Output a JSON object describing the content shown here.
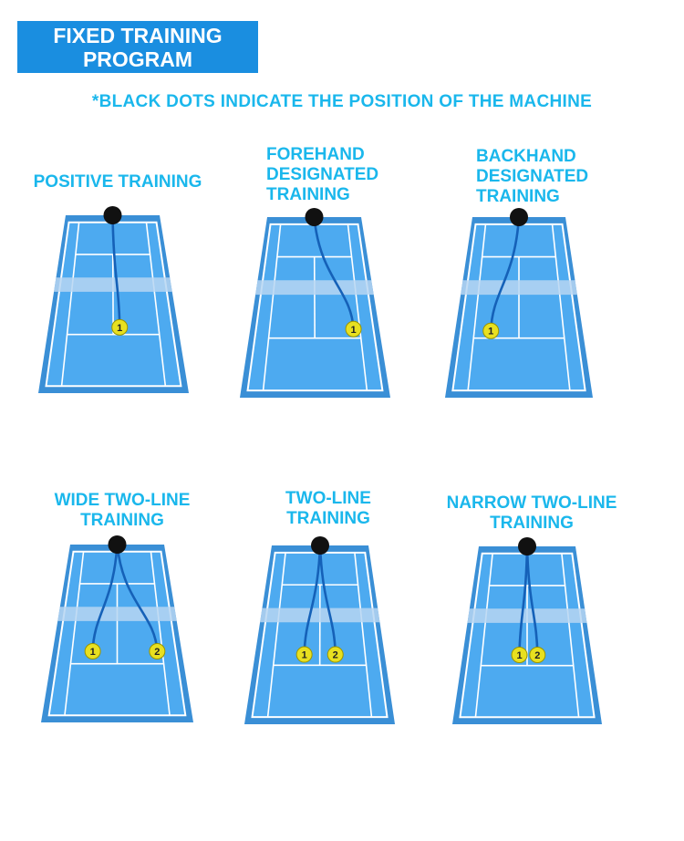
{
  "header": {
    "title_line1": "FIXED TRAINING",
    "title_line2": "PROGRAM"
  },
  "note": "*BLACK DOTS INDICATE THE POSITION OF THE MACHINE",
  "colors": {
    "court_border": "#3a8fd6",
    "court_fill": "#4daaf0",
    "net_band": "#b7d6f2",
    "lines": "#ffffff",
    "path": "#1561b8",
    "ball": "#e8e020",
    "machine": "#111111",
    "label": "#1ab7ec"
  },
  "diagrams": [
    {
      "lines": [
        "POSITIVE TRAINING"
      ],
      "balls": [
        "1"
      ]
    },
    {
      "lines": [
        "FOREHAND",
        "DESIGNATED",
        "TRAINING"
      ],
      "balls": [
        "1"
      ]
    },
    {
      "lines": [
        "BACKHAND",
        "DESIGNATED",
        "TRAINING"
      ],
      "balls": [
        "1"
      ]
    },
    {
      "lines": [
        "WIDE TWO-LINE",
        "TRAINING"
      ],
      "balls": [
        "1",
        "2"
      ]
    },
    {
      "lines": [
        "TWO-LINE",
        "TRAINING"
      ],
      "balls": [
        "1",
        "2"
      ]
    },
    {
      "lines": [
        "NARROW TWO-LINE",
        "TRAINING"
      ],
      "balls": [
        "1",
        "2"
      ]
    }
  ]
}
